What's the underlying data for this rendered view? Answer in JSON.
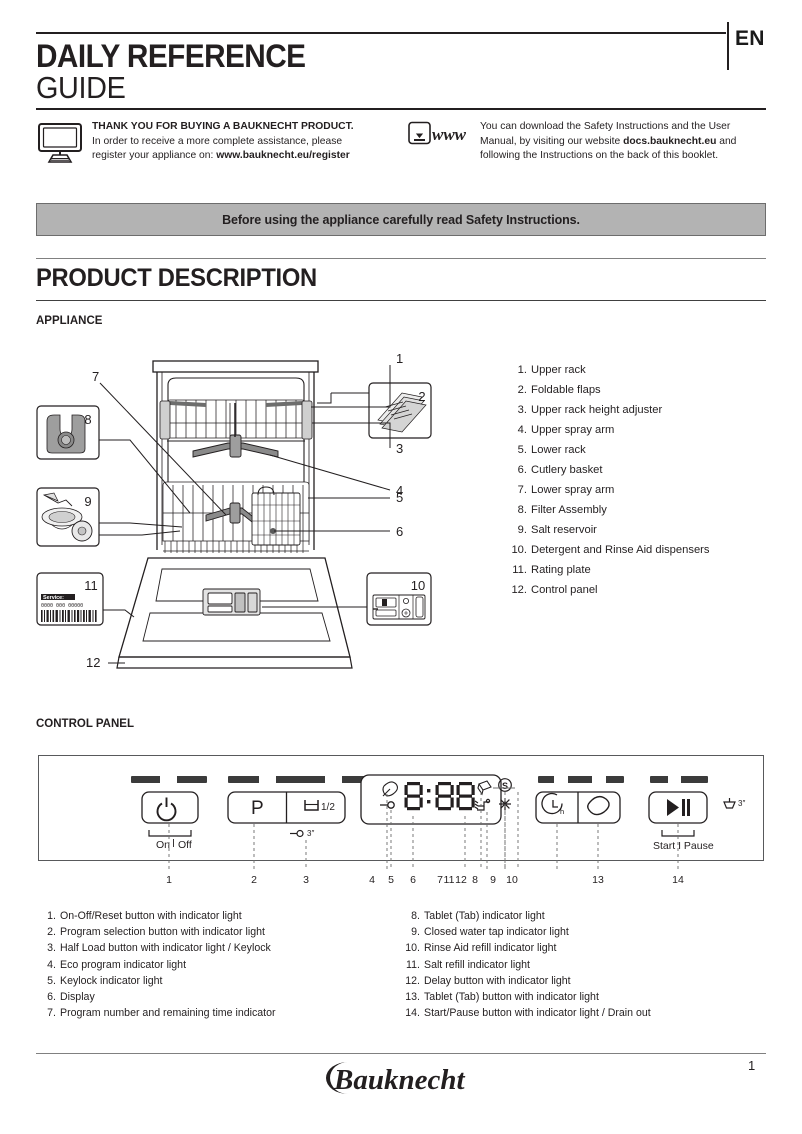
{
  "header": {
    "title_line1": "DAILY REFERENCE",
    "title_line2": "GUIDE",
    "language_badge": "EN"
  },
  "thank_you": {
    "icon": "monitor-icon",
    "heading": "THANK YOU FOR BUYING A BAUKNECHT PRODUCT.",
    "line2": "In order to receive a more complete assistance, please",
    "line3_prefix": "register your appliance on: ",
    "line3_url": "www.bauknecht.eu/register"
  },
  "download": {
    "icon": "download-www-icon",
    "icon_label": "www",
    "line1": "You can download the Safety Instructions and the User",
    "line2_prefix": "Manual, by visiting our website ",
    "line2_url": "docs.bauknecht.eu",
    "line2_suffix": " and",
    "line3": "following the Instructions on the back of this booklet."
  },
  "banner": {
    "text": "Before using the appliance carefully read Safety Instructions."
  },
  "section": {
    "title": "PRODUCT  DESCRIPTION",
    "subhead_appliance": "APPLIANCE",
    "subhead_control_panel": "CONTROL PANEL"
  },
  "parts": [
    {
      "num": "1.",
      "label": "Upper rack"
    },
    {
      "num": "2.",
      "label": "Foldable flaps"
    },
    {
      "num": "3.",
      "label": "Upper rack height adjuster"
    },
    {
      "num": "4.",
      "label": "Upper spray arm"
    },
    {
      "num": "5.",
      "label": "Lower rack"
    },
    {
      "num": "6.",
      "label": "Cutlery basket"
    },
    {
      "num": "7.",
      "label": "Lower spray arm"
    },
    {
      "num": "8.",
      "label": "Filter Assembly"
    },
    {
      "num": "9.",
      "label": "Salt reservoir"
    },
    {
      "num": "10.",
      "label": "Detergent and Rinse Aid dispensers"
    },
    {
      "num": "11.",
      "label": "Rating plate"
    },
    {
      "num": "12.",
      "label": "Control panel"
    }
  ],
  "diagram": {
    "callouts": [
      "1",
      "2",
      "3",
      "4",
      "5",
      "6",
      "7",
      "8",
      "9",
      "10",
      "11",
      "12"
    ],
    "rating_plate": {
      "service_label": "Service:",
      "service_code": "0000 000 00000"
    }
  },
  "control_panel": {
    "power_button": {
      "icon": "power-icon",
      "label_on": "On",
      "label_off": "Off"
    },
    "program_button": {
      "icon": "P",
      "name": "program-select-button"
    },
    "half_load_button": {
      "icon": "half-load-icon",
      "label": "1/2"
    },
    "keylock_hint": "3″",
    "display": {
      "value": "8:88",
      "icons": [
        "eco-leaf-icon",
        "key-lock-icon",
        "salt-icon",
        "tap-closed-icon",
        "rinse-aid-icon",
        "tablet-icon"
      ]
    },
    "delay_button": {
      "icon": "clock-delay-icon",
      "label": "h"
    },
    "tablet_button": {
      "icon": "tablet-icon"
    },
    "start_pause_button": {
      "icon": "play-pause-icon",
      "label": "Start I Pause"
    },
    "drain_hint": "3″",
    "scale_numbers": [
      "1",
      "2",
      "3",
      "4",
      "5",
      "6",
      "7",
      "11",
      "12",
      "8",
      "9",
      "10",
      "13",
      "14"
    ]
  },
  "legend_left": [
    {
      "num": "1.",
      "label": "On-Off/Reset button with indicator light"
    },
    {
      "num": "2.",
      "label": "Program selection button with indicator light"
    },
    {
      "num": "3.",
      "label": "Half Load button with indicator light / Keylock"
    },
    {
      "num": "4.",
      "label": "Eco program indicator light"
    },
    {
      "num": "5.",
      "label": "Keylock indicator light"
    },
    {
      "num": "6.",
      "label": "Display"
    },
    {
      "num": "7.",
      "label": "Program number and remaining time indicator"
    }
  ],
  "legend_right": [
    {
      "num": "8.",
      "label": "Tablet (Tab) indicator light"
    },
    {
      "num": "9.",
      "label": "Closed water tap indicator light"
    },
    {
      "num": "10.",
      "label": "Rinse Aid refill indicator light"
    },
    {
      "num": "11.",
      "label": "Salt refill indicator light"
    },
    {
      "num": "12.",
      "label": "Delay button with indicator light"
    },
    {
      "num": "13.",
      "label": "Tablet (Tab) button with indicator light"
    },
    {
      "num": "14.",
      "label": "Start/Pause button with indicator light / Drain out"
    }
  ],
  "footer": {
    "brand": "Bauknecht",
    "page_number": "1"
  },
  "colors": {
    "ink": "#231f20",
    "banner_bg": "#b3b3b3",
    "diagram_grey": "#9e9e9e",
    "diagram_light": "#d9d9d9"
  }
}
